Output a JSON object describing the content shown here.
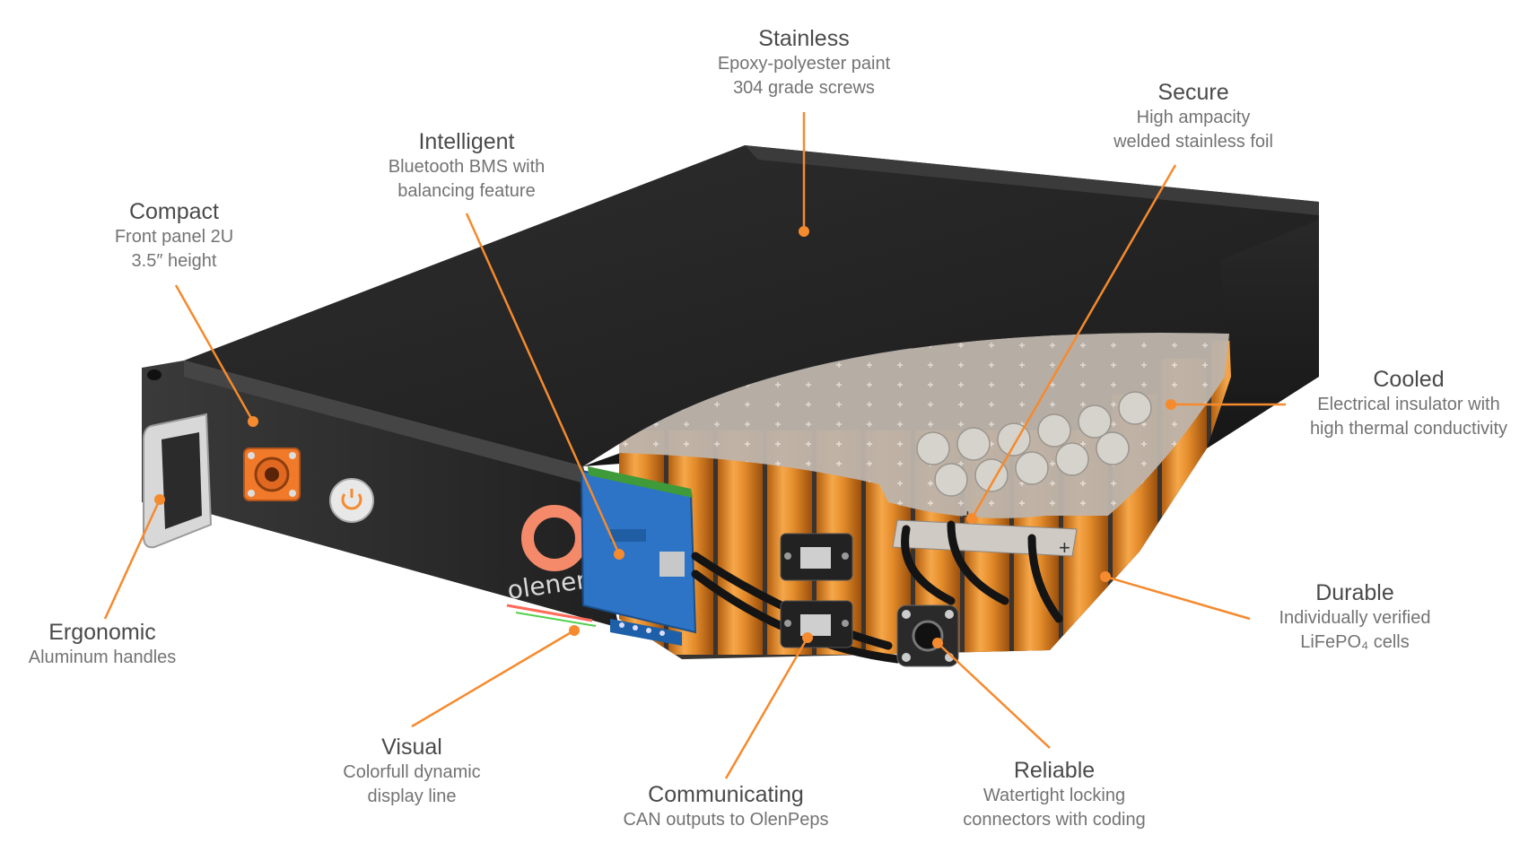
{
  "brand": {
    "logo_text": "olenergy"
  },
  "accent_color": "#f58a2e",
  "callouts": [
    {
      "id": "stainless",
      "title": "Stainless",
      "lines": [
        "Epoxy-polyester paint",
        "304 grade screws"
      ]
    },
    {
      "id": "secure",
      "title": "Secure",
      "lines": [
        "High ampacity",
        "welded stainless foil"
      ]
    },
    {
      "id": "intelligent",
      "title": "Intelligent",
      "lines": [
        "Bluetooth BMS with",
        "balancing feature"
      ]
    },
    {
      "id": "compact",
      "title": "Compact",
      "lines": [
        "Front panel 2U",
        "3.5″ height"
      ]
    },
    {
      "id": "cooled",
      "title": "Cooled",
      "lines": [
        "Electrical insulator with",
        "high thermal conductivity"
      ]
    },
    {
      "id": "durable",
      "title": "Durable",
      "lines": [
        "Individually verified",
        "LiFePO₄ cells"
      ]
    },
    {
      "id": "ergonomic",
      "title": "Ergonomic",
      "lines": [
        "Aluminum handles"
      ]
    },
    {
      "id": "visual",
      "title": "Visual",
      "lines": [
        "Colorfull dynamic",
        "display line"
      ]
    },
    {
      "id": "communicating",
      "title": "Communicating",
      "lines": [
        "CAN outputs to OlenPeps"
      ]
    },
    {
      "id": "reliable",
      "title": "Reliable",
      "lines": [
        "Watertight locking",
        "connectors with coding"
      ]
    }
  ]
}
